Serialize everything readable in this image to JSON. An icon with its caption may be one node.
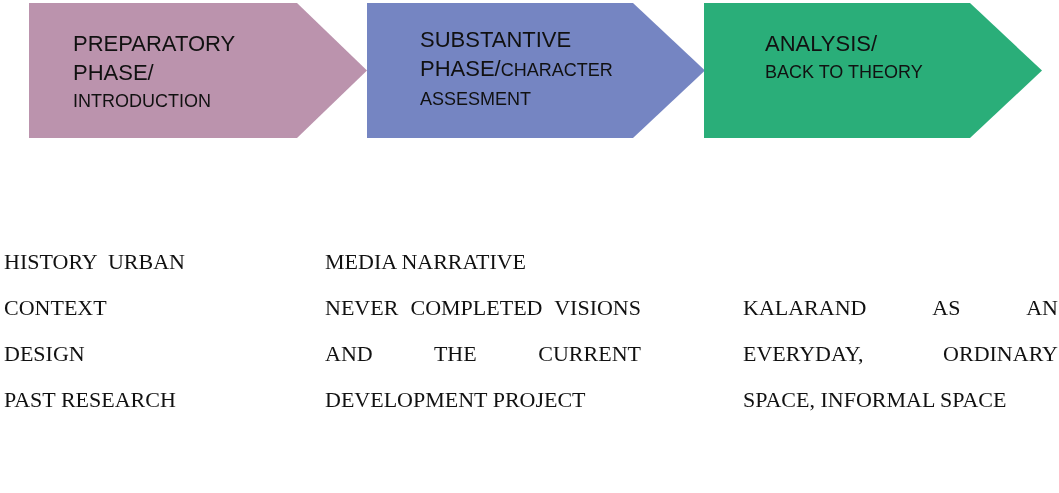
{
  "diagram": {
    "nodes": [
      {
        "text": [
          "PREPARATORY PHASE/",
          "INTRODUCTION"
        ]
      },
      {
        "text": [
          "SUBSTANTIVE PHASE/",
          "CHARACTER ASSESMENT"
        ]
      },
      {
        "text": [
          "ANALYSIS/",
          "BACK TO THEORY"
        ]
      }
    ],
    "edges": [],
    "labels": [
      "HISTORY  URBAN",
      "CONTEXT",
      "DESIGN",
      "PAST RESEARCH",
      "MEDIA NARRATIVE",
      "NEVER COMPLETED VISIONS AND THE CURRENT DEVELOPMENT PROJECT",
      "KALARAND AS AN EVERYDAY, ORDINARY SPACE, INFORMAL SPACE"
    ]
  }
}
